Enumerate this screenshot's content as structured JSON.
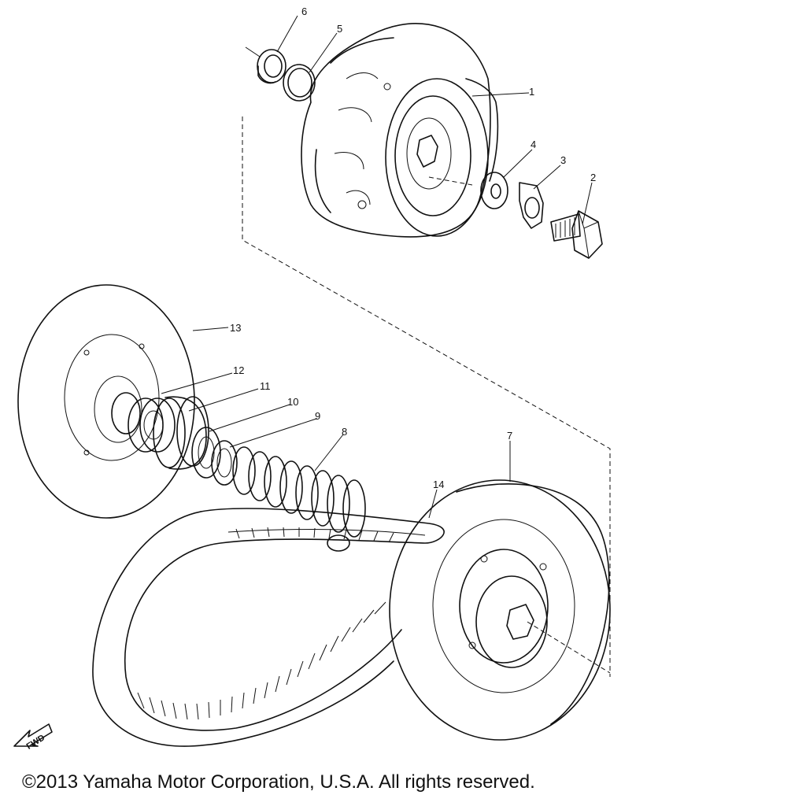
{
  "callouts": {
    "c1": "1",
    "c2": "2",
    "c3": "3",
    "c4": "4",
    "c5": "5",
    "c6": "6",
    "c7": "7",
    "c8": "8",
    "c9": "9",
    "c10": "10",
    "c11": "11",
    "c12": "12",
    "c13": "13",
    "c14": "14"
  },
  "fwd_label": "FWD",
  "copyright": "©2013 Yamaha Motor Corporation, U.S.A. All rights reserved."
}
